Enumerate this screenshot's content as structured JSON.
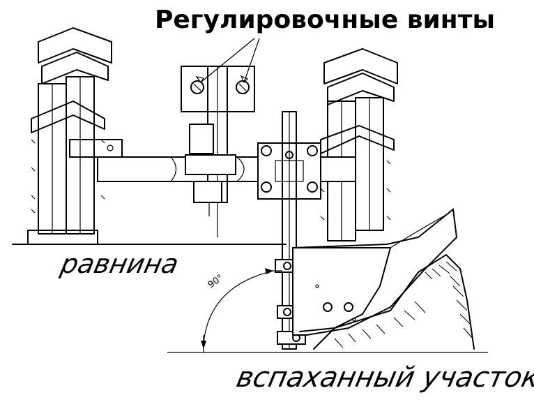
{
  "title": "Регулировочные винты",
  "labels": {
    "plain": "равнина",
    "plowed": "вспаханный участок",
    "angle": "90°"
  }
}
